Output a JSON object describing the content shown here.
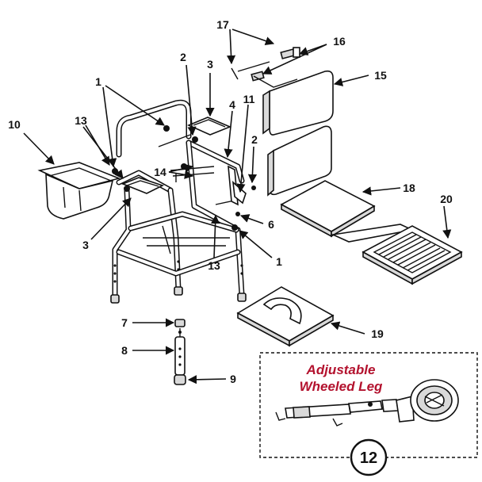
{
  "callouts": {
    "c1a": "1",
    "c1b": "1",
    "c2a": "2",
    "c2b": "2",
    "c3a": "3",
    "c3b": "3",
    "c4": "4",
    "c6": "6",
    "c7": "7",
    "c8": "8",
    "c9": "9",
    "c10": "10",
    "c11": "11",
    "c12": "12",
    "c13a": "13",
    "c13b": "13",
    "c14": "14",
    "c15": "15",
    "c16": "16",
    "c17": "17",
    "c18": "18",
    "c19": "19",
    "c20": "20"
  },
  "inset": {
    "title_line1": "Adjustable",
    "title_line2": "Wheeled Leg"
  },
  "colors": {
    "ink": "#111111",
    "accent": "#b3122e"
  }
}
